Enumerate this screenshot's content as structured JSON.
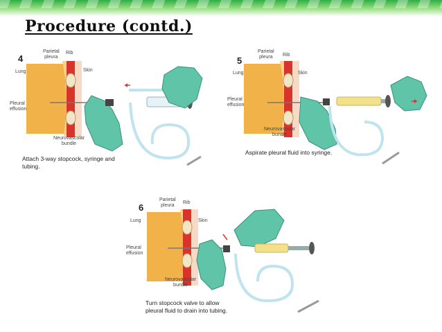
{
  "slide": {
    "title": "Procedure (contd.)"
  },
  "panels": [
    {
      "step": "4",
      "labels": {
        "parietal_pleura": "Parietal\npleura",
        "rib": "Rib",
        "lung": "Lung",
        "skin": "Skin",
        "pleural_effusion": "Pleural\neffusion",
        "nv_bundle": "Neurovascular\nbundle"
      },
      "caption": "Attach 3-way stopcock, syringe and\ntubing."
    },
    {
      "step": "5",
      "labels": {
        "parietal_pleura": "Parietal\npleura",
        "rib": "Rib",
        "lung": "Lung",
        "skin": "Skin",
        "pleural_effusion": "Pleural\neffusion",
        "nv_bundle": "Neurovascular\nbundle"
      },
      "caption": "Aspirate pleural fluid into syringe."
    },
    {
      "step": "6",
      "labels": {
        "parietal_pleura": "Parietal\npleura",
        "rib": "Rib",
        "lung": "Lung",
        "skin": "Skin",
        "pleural_effusion": "Pleural\neffusion",
        "nv_bundle": "Neurovascular\nbundle"
      },
      "caption": "Turn stopcock valve to allow\npleural fluid to drain into tubing."
    }
  ],
  "colors": {
    "glove": "#5fc4a8",
    "tissue": "#f2b24a",
    "skin": "#d9342b",
    "rib": "#f1e6c8",
    "tubing": "#bfe3ef",
    "fluid": "#f3e08a"
  }
}
